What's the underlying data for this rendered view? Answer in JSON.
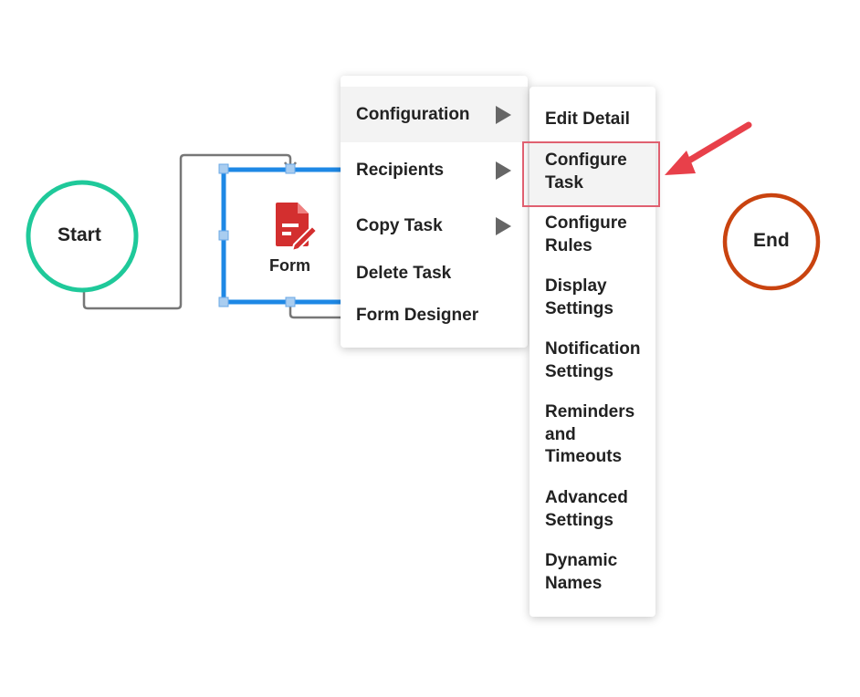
{
  "nodes": {
    "start": "Start",
    "form": "Form",
    "end": "End"
  },
  "context_menu": {
    "items": [
      {
        "label": "Configuration",
        "has_submenu": true
      },
      {
        "label": "Recipients",
        "has_submenu": true
      },
      {
        "label": "Copy Task",
        "has_submenu": true
      },
      {
        "label": "Delete Task",
        "has_submenu": false
      },
      {
        "label": "Form Designer",
        "has_submenu": false
      }
    ]
  },
  "submenu": {
    "items": [
      {
        "label": "Edit Detail"
      },
      {
        "label": "Configure Task"
      },
      {
        "label": "Configure Rules"
      },
      {
        "label": "Display Settings"
      },
      {
        "label": "Notification Settings"
      },
      {
        "label": "Reminders and Timeouts"
      },
      {
        "label": "Advanced Settings"
      },
      {
        "label": "Dynamic Names"
      }
    ],
    "highlighted": "Configure Task"
  },
  "colors": {
    "start": "#1fc99a",
    "end": "#c9430f",
    "selection": "#1e88e5",
    "form_icon": "#d32f2f",
    "annotation": "#e8404a"
  }
}
